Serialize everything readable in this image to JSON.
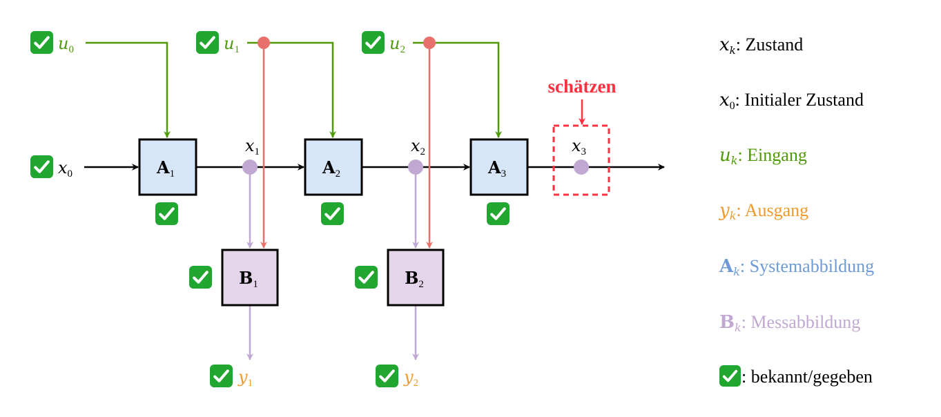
{
  "colors": {
    "green": "#4e9a06",
    "red": "#e8706b",
    "purple": "#c0a8d3",
    "blue": "#6e9ad6",
    "orange": "#f09a2e",
    "estimate": "#ff3040",
    "box_a_fill": "#d6e5f8",
    "box_b_fill": "#e5d5ea",
    "check": "#21a630"
  },
  "nodes": {
    "x0": {
      "base": "x",
      "sub": "0"
    },
    "x1": {
      "base": "x",
      "sub": "1"
    },
    "x2": {
      "base": "x",
      "sub": "2"
    },
    "x3": {
      "base": "x",
      "sub": "3"
    },
    "u0": {
      "base": "u",
      "sub": "0"
    },
    "u1": {
      "base": "u",
      "sub": "1"
    },
    "u2": {
      "base": "u",
      "sub": "2"
    },
    "y1": {
      "base": "y",
      "sub": "1"
    },
    "y2": {
      "base": "y",
      "sub": "2"
    },
    "A1": {
      "base": "A",
      "sub": "1"
    },
    "A2": {
      "base": "A",
      "sub": "2"
    },
    "A3": {
      "base": "A",
      "sub": "3"
    },
    "B1": {
      "base": "B",
      "sub": "1"
    },
    "B2": {
      "base": "B",
      "sub": "2"
    }
  },
  "estimate_label": "schätzen",
  "legend": {
    "state": {
      "sym": "x",
      "sub": "k",
      "text": ": Zustand"
    },
    "initial": {
      "sym": "x",
      "sub": "0",
      "text": ": Initialer Zustand"
    },
    "input": {
      "sym": "u",
      "sub": "k",
      "text": ": Eingang"
    },
    "output": {
      "sym": "y",
      "sub": "k",
      "text": ": Ausgang"
    },
    "system": {
      "sym": "A",
      "sub": "k",
      "text": ": Systemabbildung"
    },
    "measure": {
      "sym": "B",
      "sub": "k",
      "text": ": Messabbildung"
    },
    "known": {
      "text": ": bekannt/gegeben"
    }
  },
  "icons": {
    "check": "check-mark-icon"
  }
}
